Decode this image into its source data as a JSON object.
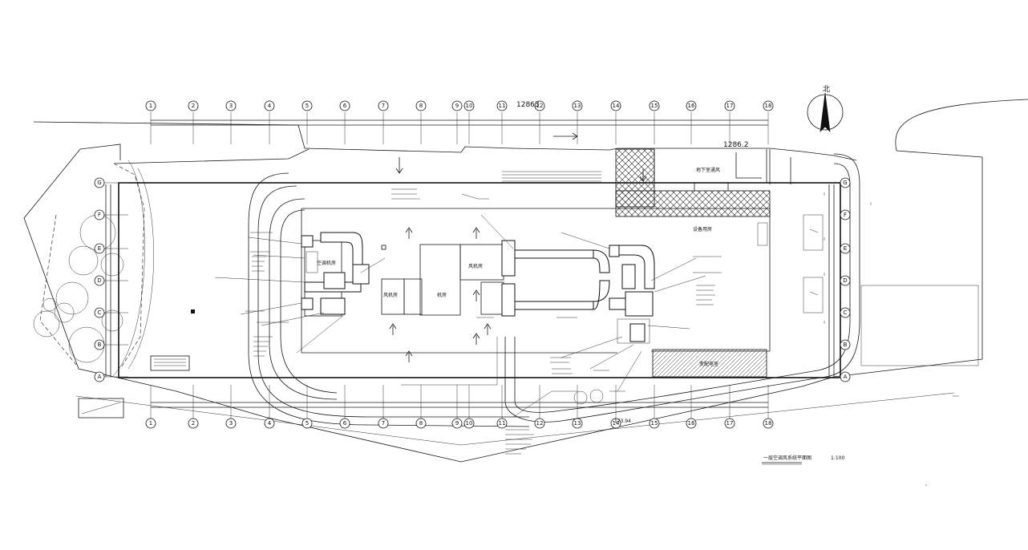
{
  "drawing": {
    "north_label": "北",
    "top_dimension": "12863",
    "right_dimension": "1286.2",
    "bottom_dimension": "173.94",
    "title": "一层空调风系统平面图",
    "scale": "1:100",
    "grid_columns": [
      "1",
      "2",
      "3",
      "4",
      "5",
      "6",
      "7",
      "8",
      "9",
      "10",
      "11",
      "12",
      "13",
      "14",
      "15",
      "16",
      "17",
      "18"
    ],
    "grid_rows": [
      "G",
      "F",
      "E",
      "D",
      "C",
      "B",
      "A"
    ],
    "room_labels": {
      "room_mid": "机房",
      "room_left": "空调机房",
      "room_center_1": "风机房",
      "room_center_2": "风机房",
      "room_right": "设备用房",
      "room_bottom_right": "变配电室",
      "notch_label": "地下室通风"
    }
  }
}
